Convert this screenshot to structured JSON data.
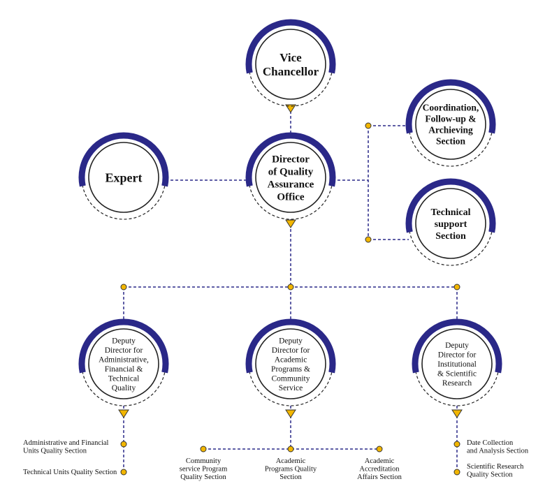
{
  "colors": {
    "arc": "#2a2888",
    "ring": "#222222",
    "connector": "#2a2888",
    "marker_fill": "#f2b600",
    "marker_stroke": "#333333",
    "text": "#111111"
  },
  "nodes": {
    "vice_chancellor": [
      "Vice",
      "Chancellor"
    ],
    "director": [
      "Director",
      "of Quality",
      "Assurance",
      "Office"
    ],
    "expert": [
      "Expert"
    ],
    "coordination": [
      "Coordination,",
      "Follow-up &",
      "Archieving",
      "Section"
    ],
    "technical_support": [
      "Technical",
      "support",
      "Section"
    ],
    "deputy_admin": [
      "Deputy",
      "Director for",
      "Administrative,",
      "Financial &",
      "Technical",
      "Quality"
    ],
    "deputy_academic": [
      "Deputy",
      "Director for",
      "Academic",
      "Programs &",
      "Community",
      "Service"
    ],
    "deputy_research": [
      "Deputy",
      "Director for",
      "Institutional",
      "& Scientific",
      "Research"
    ]
  },
  "leaves": {
    "admin_financial_units": [
      "Administrative and Financial",
      "Units Quality Section"
    ],
    "technical_units": [
      "Technical Units Quality Section"
    ],
    "community_service": [
      "Community",
      "service Program",
      "Quality Section"
    ],
    "academic_programs": [
      "Academic",
      "Programs Quality",
      "Section"
    ],
    "academic_accreditation": [
      "Academic",
      "Accreditation",
      "Affairs Section"
    ],
    "data_collection": [
      "Date Collection",
      "and Analysis Section"
    ],
    "scientific_research": [
      "Scientific Research",
      "Quality Section"
    ]
  }
}
